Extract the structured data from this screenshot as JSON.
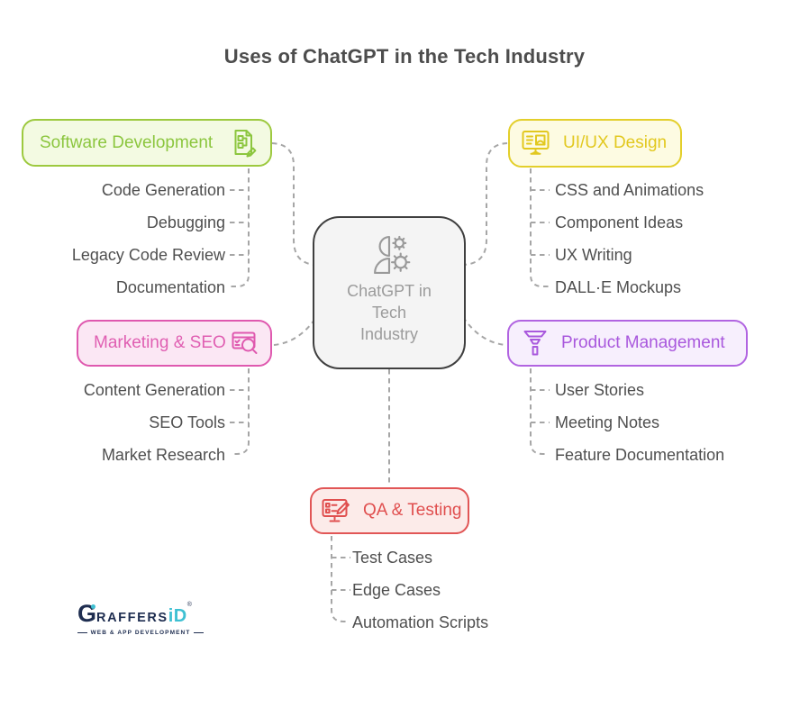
{
  "title": "Uses of ChatGPT in the Tech Industry",
  "center": {
    "label": "ChatGPT in Tech Industry",
    "icon": "person-gears-icon",
    "colors": {
      "border": "#3f3f3f",
      "background": "#f4f4f4",
      "text": "#9b9b9b"
    }
  },
  "connector_color": "#a6a6a6",
  "branches": {
    "software_development": {
      "label": "Software Development",
      "icon": "code-document-edit-icon",
      "colors": {
        "border": "#9dc93f",
        "background": "#f3fae2",
        "text": "#8cc63f"
      },
      "items": [
        "Code Generation",
        "Debugging",
        "Legacy Code Review",
        "Documentation"
      ]
    },
    "ui_ux_design": {
      "label": "UI/UX Design",
      "icon": "monitor-design-icon",
      "colors": {
        "border": "#e3cf2b",
        "background": "#fdfbe2",
        "text": "#e2c81f"
      },
      "items": [
        "CSS and Animations",
        "Component Ideas",
        "UX Writing",
        "DALL·E Mockups"
      ]
    },
    "marketing_seo": {
      "label": "Marketing & SEO",
      "icon": "webpage-search-icon",
      "colors": {
        "border": "#df59af",
        "background": "#fbe7f4",
        "text": "#e05fb2"
      },
      "items": [
        "Content Generation",
        "SEO Tools",
        "Market Research"
      ]
    },
    "product_management": {
      "label": "Product Management",
      "icon": "funnel-icon",
      "colors": {
        "border": "#b164e1",
        "background": "#f7effd",
        "text": "#a958dd"
      },
      "items": [
        "User Stories",
        "Meeting Notes",
        "Feature Documentation"
      ]
    },
    "qa_testing": {
      "label": "QA & Testing",
      "icon": "monitor-checklist-edit-icon",
      "colors": {
        "border": "#e15656",
        "background": "#fcebe9",
        "text": "#e04f4f"
      },
      "items": [
        "Test Cases",
        "Edge Cases",
        "Automation Scripts"
      ]
    }
  },
  "logo": {
    "name_g": "G",
    "name_rest": "RAFFERS",
    "name_accent": "iD",
    "registered": "®",
    "tagline": "WEB & APP DEVELOPMENT",
    "colors": {
      "primary": "#1e2d50",
      "accent": "#3ec0d2"
    }
  }
}
